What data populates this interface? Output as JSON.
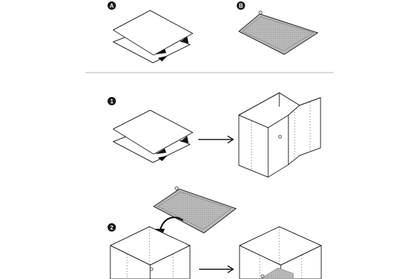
{
  "steps": {
    "a": {
      "label": "A"
    },
    "b": {
      "label": "B"
    },
    "one": {
      "label": "1"
    },
    "two": {
      "label": "2"
    }
  },
  "colors": {
    "ink": "#222222",
    "panel_fill": "#b9b9b9",
    "divider": "#cccccc",
    "background": "#ffffff"
  },
  "icons": [
    "flat-sheets-icon",
    "grey-panel-icon",
    "arrow-right-icon",
    "curved-arrow-icon",
    "box-icon"
  ]
}
